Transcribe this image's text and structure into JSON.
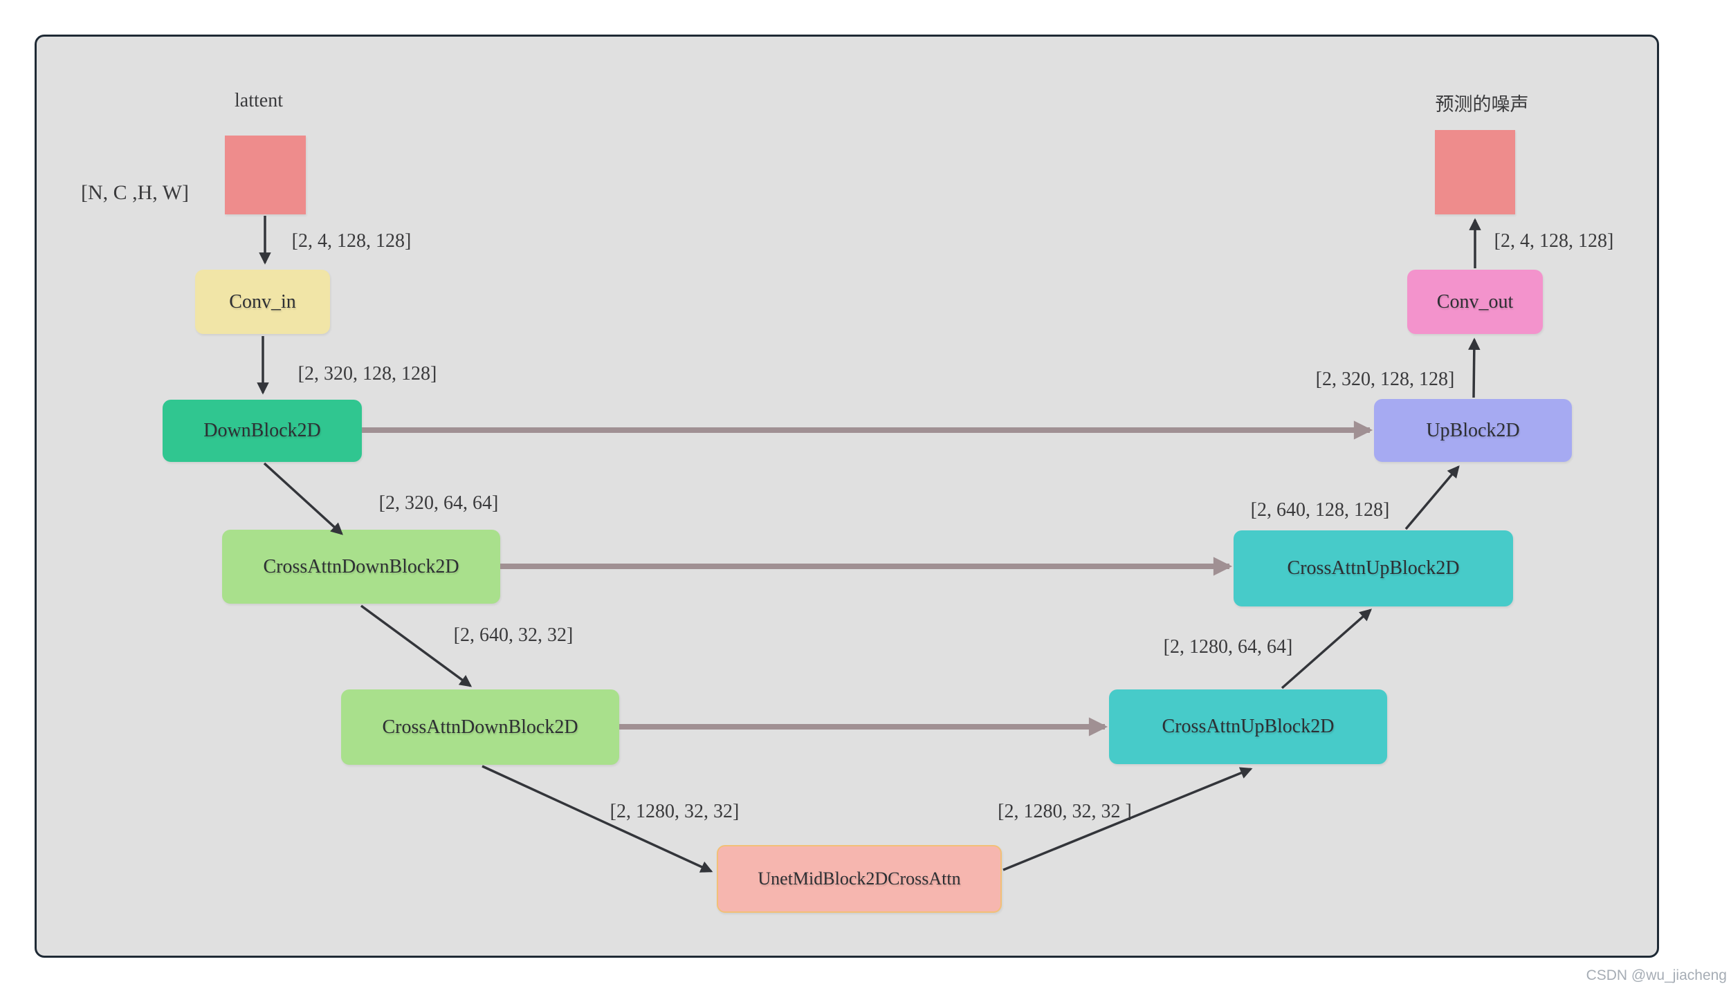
{
  "diagram": {
    "title_annotations": {
      "latent_label": "lattent",
      "latent_shape": "[N, C ,H, W]",
      "predicted_noise_label": "预测的噪声"
    },
    "nodes": {
      "latent_square": {
        "label": "",
        "fill": "#ee8c8c"
      },
      "conv_in": {
        "label": "Conv_in",
        "fill": "#f1e5a7"
      },
      "down_block": {
        "label": "DownBlock2D",
        "fill": "#30c690"
      },
      "cross_attn_down_1": {
        "label": "CrossAttnDownBlock2D",
        "fill": "#a9e08c"
      },
      "cross_attn_down_2": {
        "label": "CrossAttnDownBlock2D",
        "fill": "#a9e08c"
      },
      "mid_block": {
        "label": "UnetMidBlock2DCrossAttn",
        "fill": "#f6b6af",
        "border": "#f2c077"
      },
      "cross_attn_up_2": {
        "label": "CrossAttnUpBlock2D",
        "fill": "#47cbc9"
      },
      "cross_attn_up_1": {
        "label": "CrossAttnUpBlock2D",
        "fill": "#47cbc9"
      },
      "up_block": {
        "label": "UpBlock2D",
        "fill": "#a6aaf2"
      },
      "conv_out": {
        "label": "Conv_out",
        "fill": "#f393cc"
      },
      "noise_square": {
        "label": "",
        "fill": "#ee8c8c"
      }
    },
    "tensor_labels": {
      "in_to_conv_in": "[2, 4, 128, 128]",
      "conv_in_to_down": "[2, 320, 128, 128]",
      "down_to_cad1": "[2, 320, 64, 64]",
      "cad1_to_cad2": "[2, 640, 32, 32]",
      "cad2_to_mid": "[2, 1280, 32, 32]",
      "mid_to_cau2": "[2, 1280, 32, 32 ]",
      "cau2_to_cau1": "[2, 1280, 64, 64]",
      "cau1_to_up": "[2, 640, 128, 128]",
      "up_to_conv_out": "[2, 320, 128, 128]",
      "conv_out_to_noise": "[2, 4, 128, 128]"
    },
    "colors": {
      "canvas_fill": "#e0e0e0",
      "canvas_border": "#1f2a35",
      "flow_arrow": "#33353a",
      "skip_arrow": "#a09093",
      "text": "#3a3a3c"
    }
  },
  "watermark": "CSDN @wu_jiacheng"
}
